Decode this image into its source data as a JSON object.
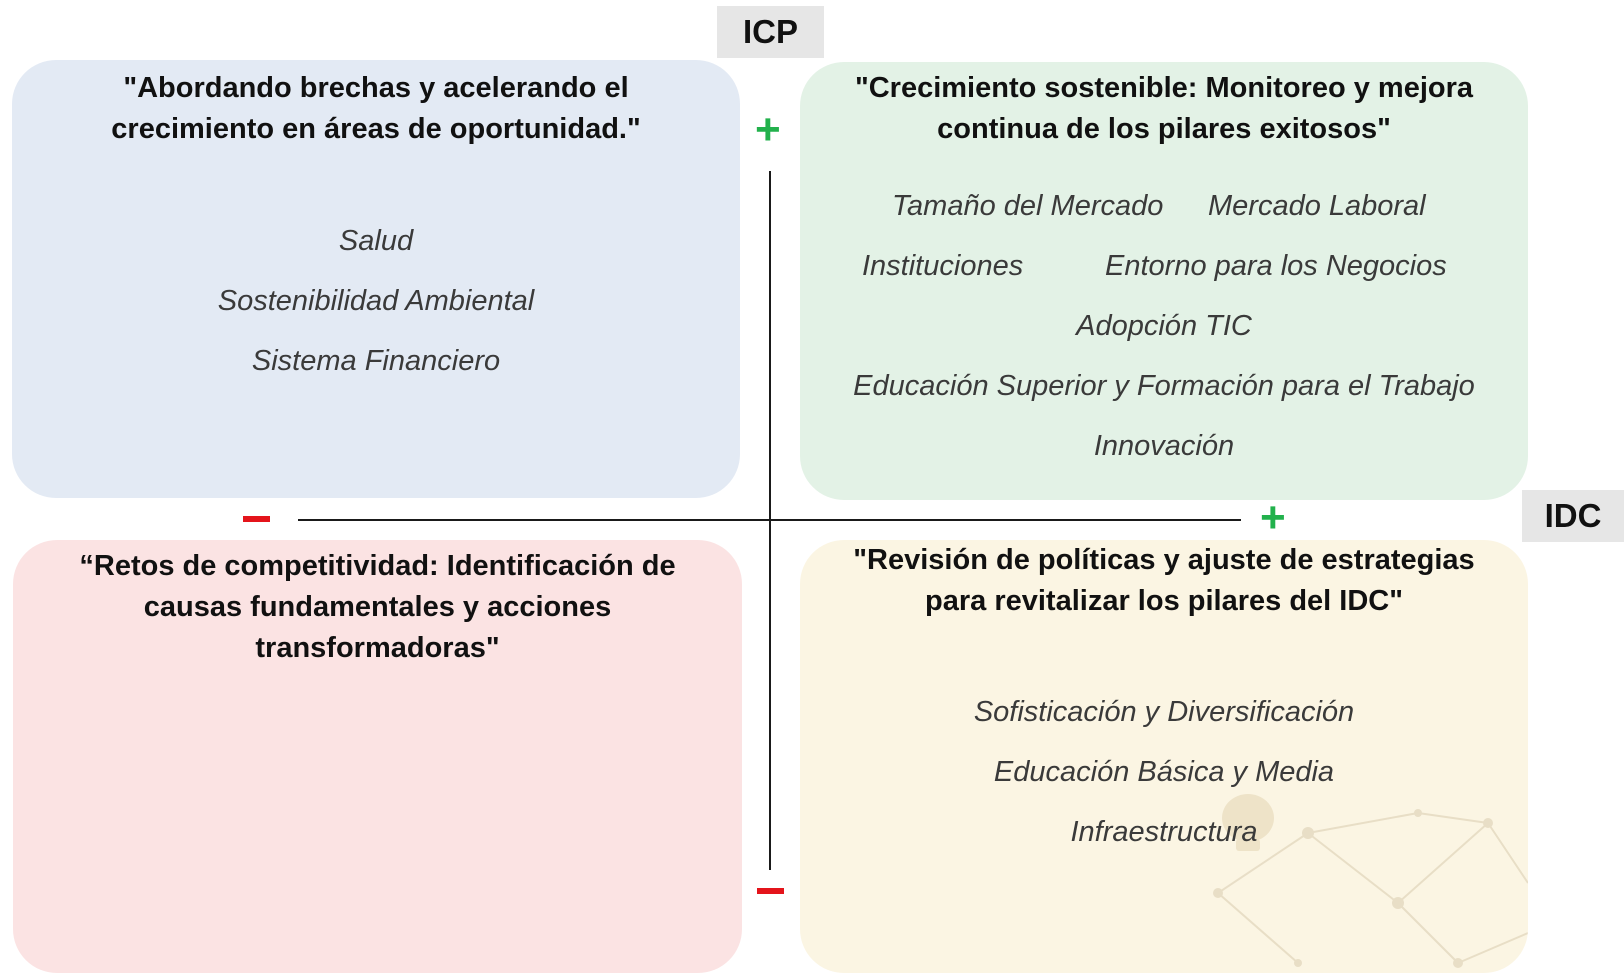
{
  "axes": {
    "vertical_label": "ICP",
    "horizontal_label": "IDC",
    "plus_sign": "+"
  },
  "quadrants": {
    "top_left": {
      "title_line1": "\"Abordando brechas y acelerando el",
      "title_line2": "crecimiento en áreas de oportunidad.\"",
      "items": [
        "Salud",
        "Sostenibilidad Ambiental",
        "Sistema Financiero"
      ]
    },
    "top_right": {
      "title_line1": "\"Crecimiento sostenible: Monitoreo y mejora",
      "title_line2": "continua de los pilares exitosos\"",
      "items": [
        "Tamaño del Mercado",
        "Mercado Laboral",
        "Instituciones",
        "Entorno para los Negocios",
        "Adopción TIC",
        "Educación Superior y Formación para el Trabajo",
        "Innovación"
      ]
    },
    "bottom_left": {
      "title_line1": "“Retos de competitividad: Identificación de",
      "title_line2": "causas fundamentales y acciones",
      "title_line3": "transformadoras\""
    },
    "bottom_right": {
      "title_line1": "\"Revisión de políticas y ajuste de estrategias",
      "title_line2": "para revitalizar los pilares del IDC\"",
      "items": [
        "Sofisticación y Diversificación",
        "Educación Básica y Media",
        "Infraestructura"
      ]
    }
  },
  "colors": {
    "top_left": "#e3eaf4",
    "top_right": "#e3f2e6",
    "bottom_left": "#fbe3e3",
    "bottom_right": "#fbf5e3",
    "plus": "#22b14c",
    "minus": "#e4141b"
  }
}
